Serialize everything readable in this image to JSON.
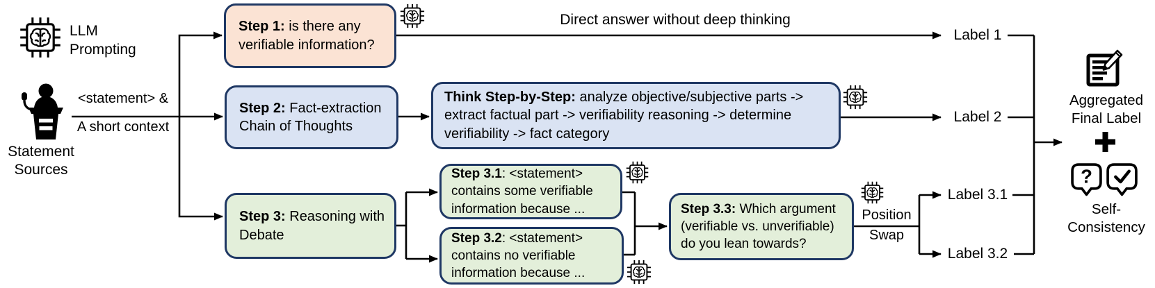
{
  "colors": {
    "step1_fill": "#fbe3d4",
    "step2_fill": "#dae3f3",
    "step3_fill": "#e3efda",
    "node_border": "#1f3864",
    "line": "#000000"
  },
  "left_panel": {
    "llm_prompting": "LLM\nPrompting",
    "statement_sources": "Statement\nSources",
    "input_label_top": "<statement> &",
    "input_label_bottom": "A short context"
  },
  "flow": {
    "step1": {
      "lead": "Step 1:",
      "text": " is there any verifiable information?"
    },
    "direct_answer": "Direct answer without deep thinking",
    "step2": {
      "lead": "Step 2:",
      "text": " Fact-extraction Chain of Thoughts"
    },
    "think": {
      "lead": "Think Step-by-Step:",
      "text": " analyze objective/subjective parts -> extract factual part -> verifiability reasoning -> determine verifiability -> fact category"
    },
    "step3": {
      "lead": "Step 3:",
      "text": " Reasoning with Debate"
    },
    "step3_1": {
      "lead": "Step 3.1",
      "text": ": <statement> contains some verifiable information because ..."
    },
    "step3_2": {
      "lead": "Step 3.2",
      "text": ": <statement> contains no verifiable information because ..."
    },
    "step3_3": {
      "lead": "Step 3.3:",
      "text": " Which argument (verifiable vs. unverifiable) do you lean towards?"
    },
    "position_swap": {
      "top": "Position",
      "bottom": "Swap"
    }
  },
  "labels": {
    "l1": "Label 1",
    "l2": "Label 2",
    "l31": "Label 3.1",
    "l32": "Label 3.2"
  },
  "right_panel": {
    "aggregated": "Aggregated\nFinal Label",
    "plus": "+",
    "self_consistency": "Self-\nConsistency",
    "bubble_question": "?"
  }
}
